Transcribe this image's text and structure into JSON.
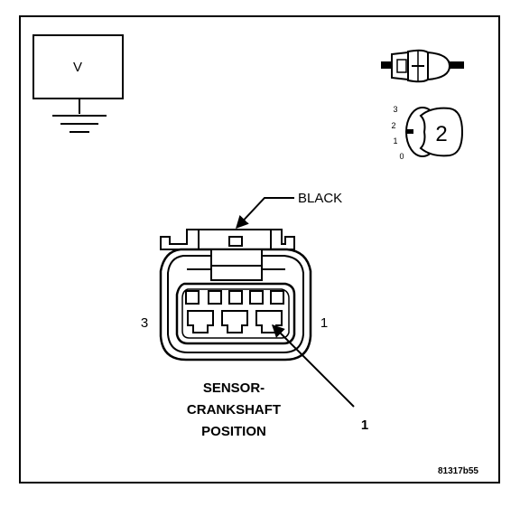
{
  "meter": {
    "label": "V"
  },
  "switch_positions": [
    "3",
    "2",
    "1",
    "0"
  ],
  "switch_setting": "2",
  "wire_color_label": "BLACK",
  "pin_labels": {
    "left": "3",
    "right": "1"
  },
  "component_name_lines": [
    "SENSOR-",
    "CRANKSHAFT",
    "POSITION"
  ],
  "callout_number": "1",
  "figure_id": "81317b55"
}
